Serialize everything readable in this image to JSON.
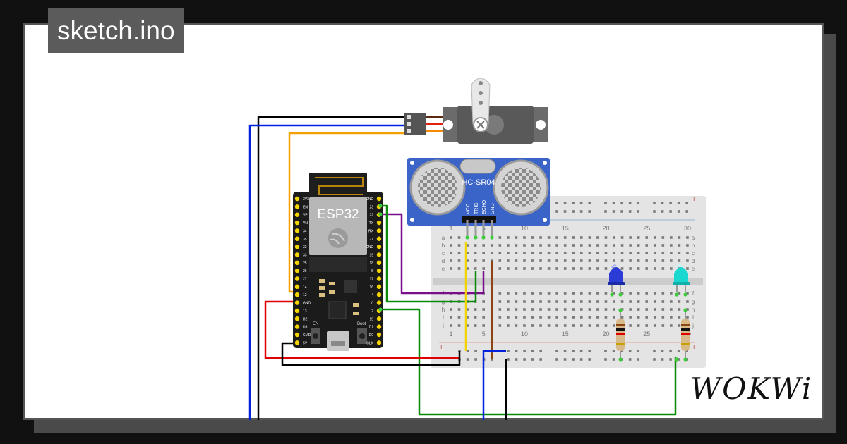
{
  "title": "sketch.ino",
  "brand": "WOKWi",
  "esp32": {
    "module_label": "ESP32",
    "left_pins": [
      "3V3",
      "EN",
      "VP",
      "VN",
      "34",
      "35",
      "32",
      "33",
      "25",
      "26",
      "27",
      "14",
      "12",
      "GND",
      "13",
      "D2",
      "D3",
      "CMD",
      "5V"
    ],
    "right_pins": [
      "GND",
      "23",
      "22",
      "TX",
      "RX",
      "21",
      "GND",
      "19",
      "18",
      "5",
      "17",
      "16",
      "4",
      "0",
      "2",
      "15",
      "D1",
      "D0",
      "CLK"
    ],
    "en_label": "EN",
    "boot_label": "Boot"
  },
  "sensor": {
    "name": "HC-SR04",
    "pins": [
      "VCC",
      "TRIG",
      "ECHO",
      "GND"
    ]
  },
  "breadboard": {
    "row_letters_top": [
      "a",
      "b",
      "c",
      "d",
      "e"
    ],
    "row_letters_bottom": [
      "f",
      "g",
      "h",
      "i",
      "j"
    ],
    "col_numbers": [
      "1",
      "5",
      "10",
      "15",
      "20",
      "25",
      "30"
    ],
    "plus": "+",
    "minus": "-"
  },
  "leds": [
    {
      "name": "blue-led",
      "color": "#2b3bd6"
    },
    {
      "name": "cyan-led",
      "color": "#18d8d0"
    }
  ],
  "colors": {
    "board": "#1b1b1b",
    "pin_header": "#f5d400",
    "sensor": "#3b64c8",
    "servo": "#6b6b6b",
    "wire_black": "#000000",
    "wire_blue": "#0022dd",
    "wire_orange": "#f5a000",
    "wire_purple": "#7a0d8c",
    "wire_green": "#0a8a0a",
    "wire_red": "#e00000",
    "wire_yellow": "#f2d200",
    "wire_brown": "#8b4513"
  }
}
